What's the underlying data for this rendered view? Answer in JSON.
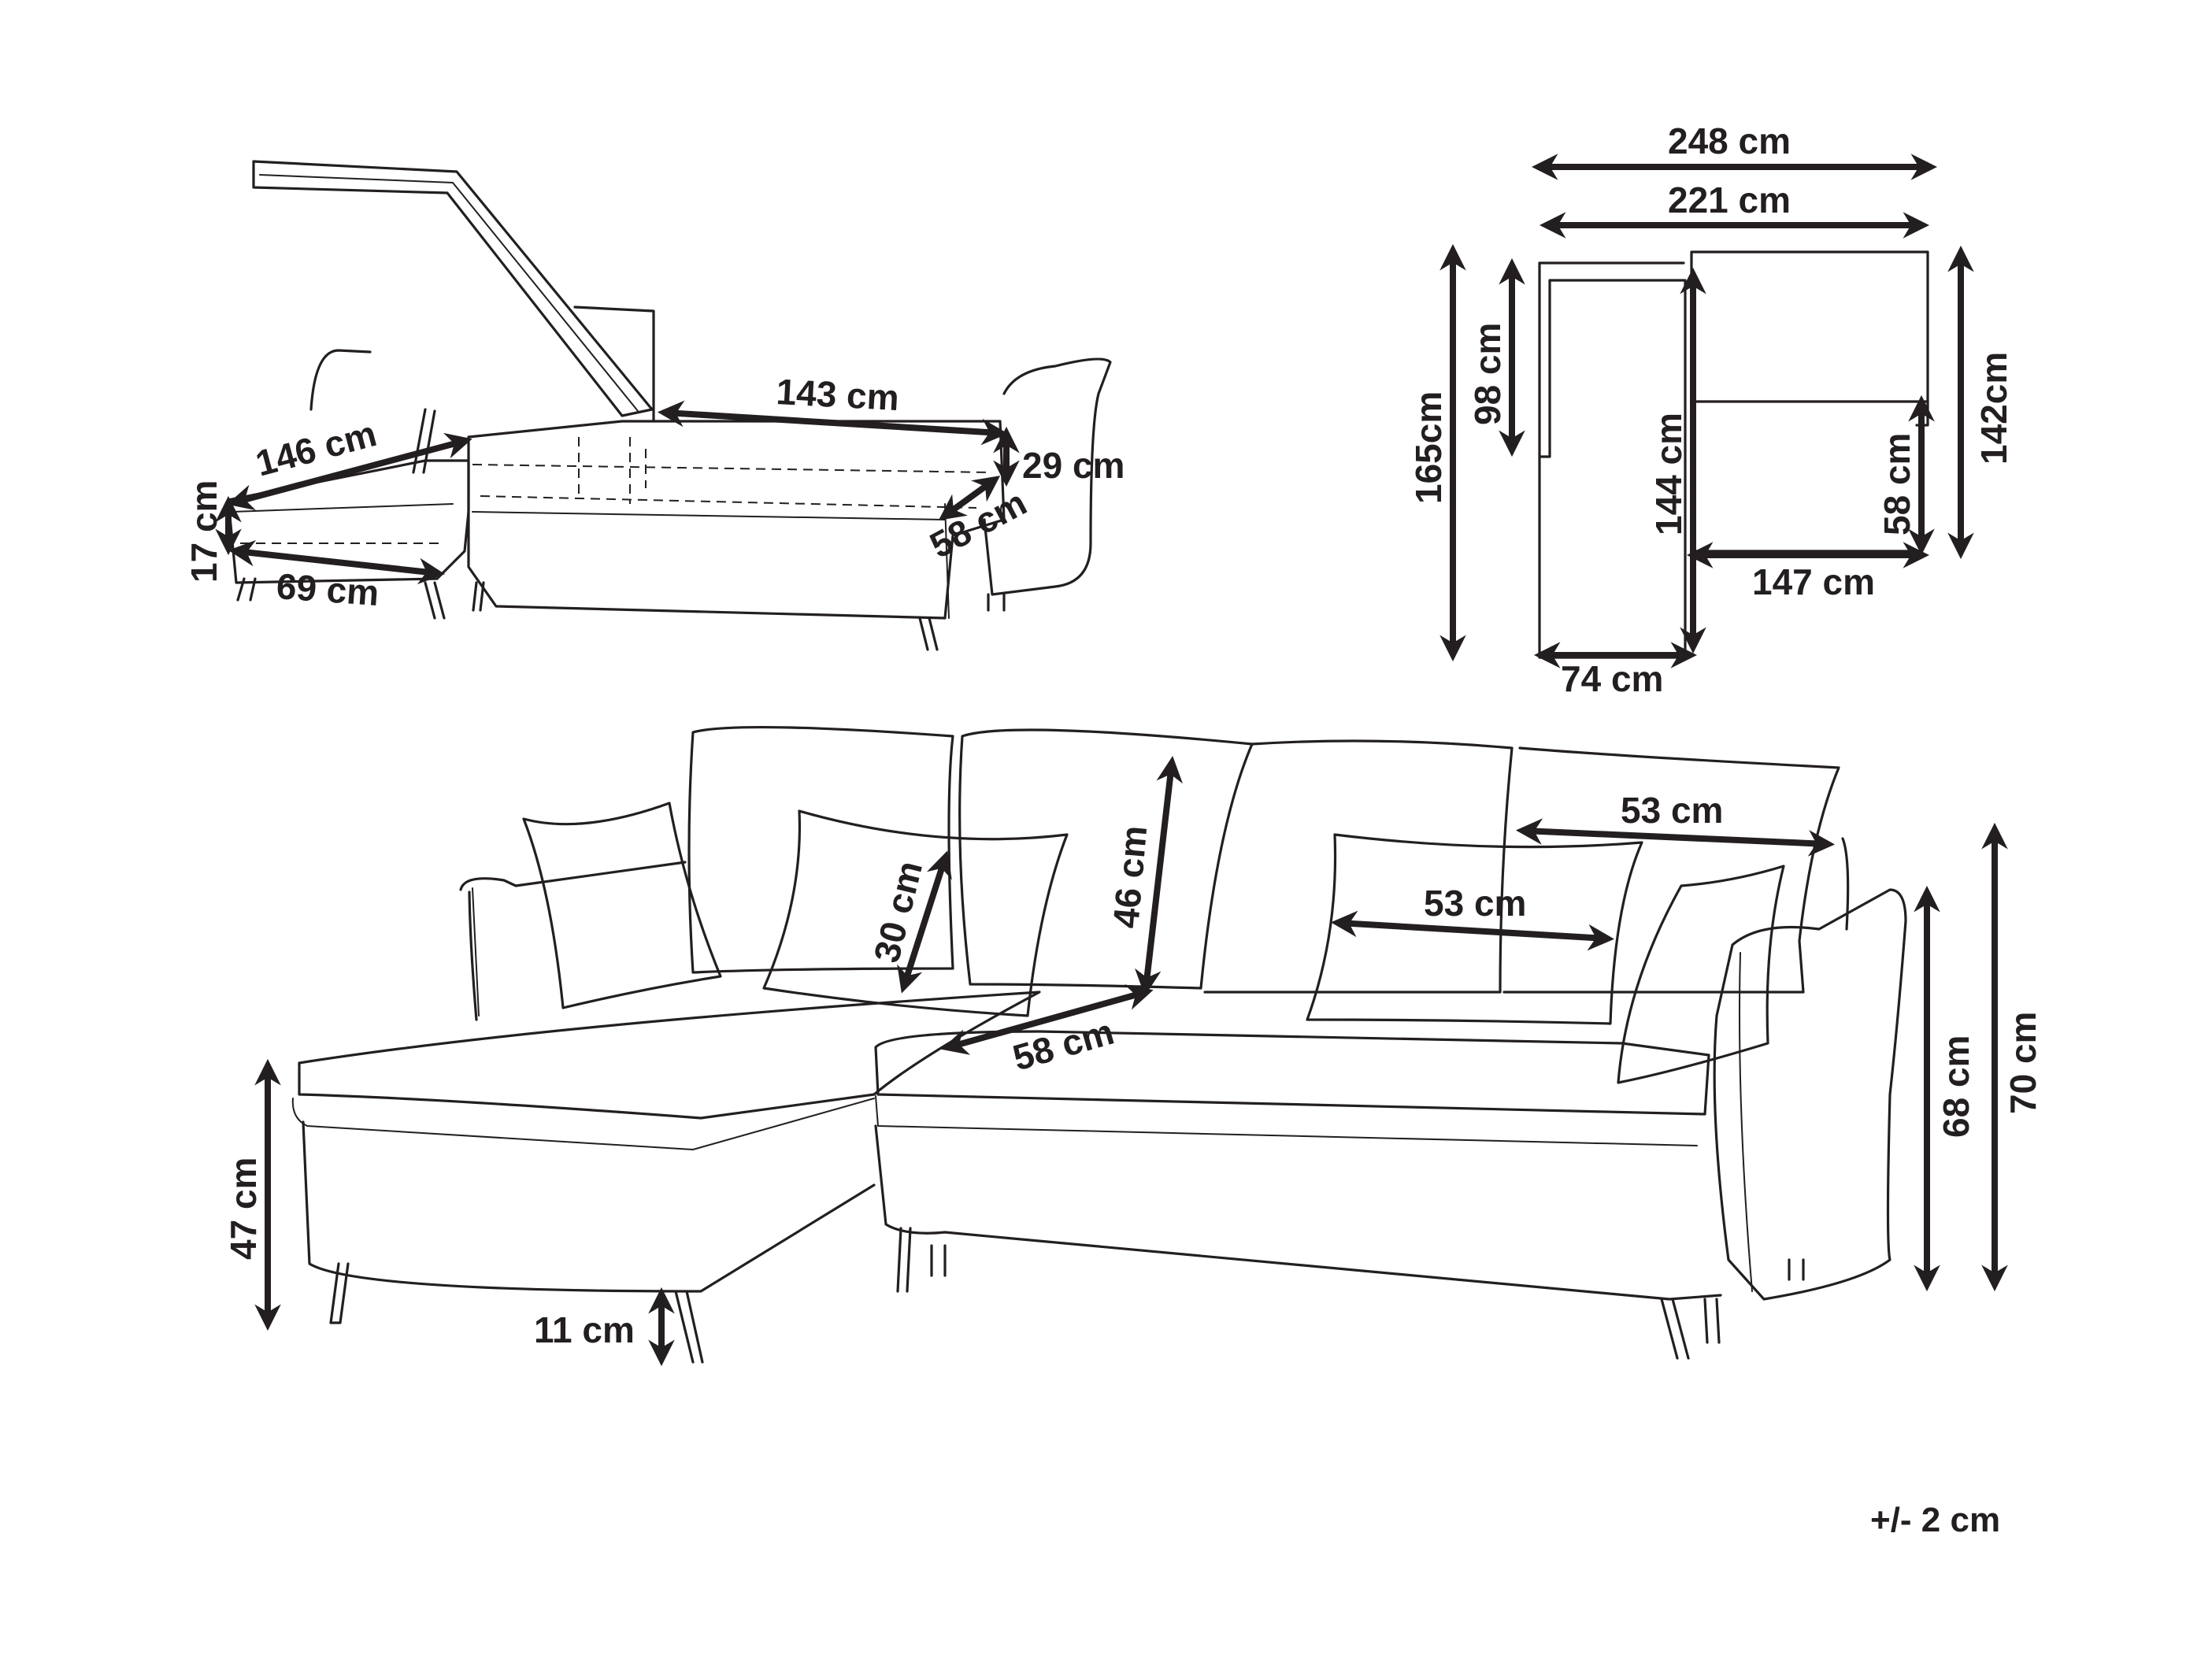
{
  "dimensions": {
    "storage_depth": "146 cm",
    "storage_length": "143 cm",
    "storage_height": "29 cm",
    "storage_width": "58 cm",
    "chaise_storage_height": "17 cm",
    "chaise_storage_width": "69 cm",
    "overall_width": "248 cm",
    "seat_width": "221 cm",
    "overall_depth": "165cm",
    "chaise_inner_depth": "98 cm",
    "chaise_depth": "144 cm",
    "sofa_depth": "142cm",
    "seat_depth_plan": "58 cm",
    "sofa_seat_width": "147 cm",
    "chaise_width": "74 cm",
    "back_cushion_width": "53 cm",
    "pillow_width": "53 cm",
    "pillow_height": "30 cm",
    "back_cushion_height": "46 cm",
    "seat_depth": "58 cm",
    "seat_height": "47 cm",
    "leg_height": "11 cm",
    "armrest_height": "68 cm",
    "total_height": "70 cm"
  },
  "tolerance": "+/- 2 cm",
  "arrow_color": "#231f20"
}
